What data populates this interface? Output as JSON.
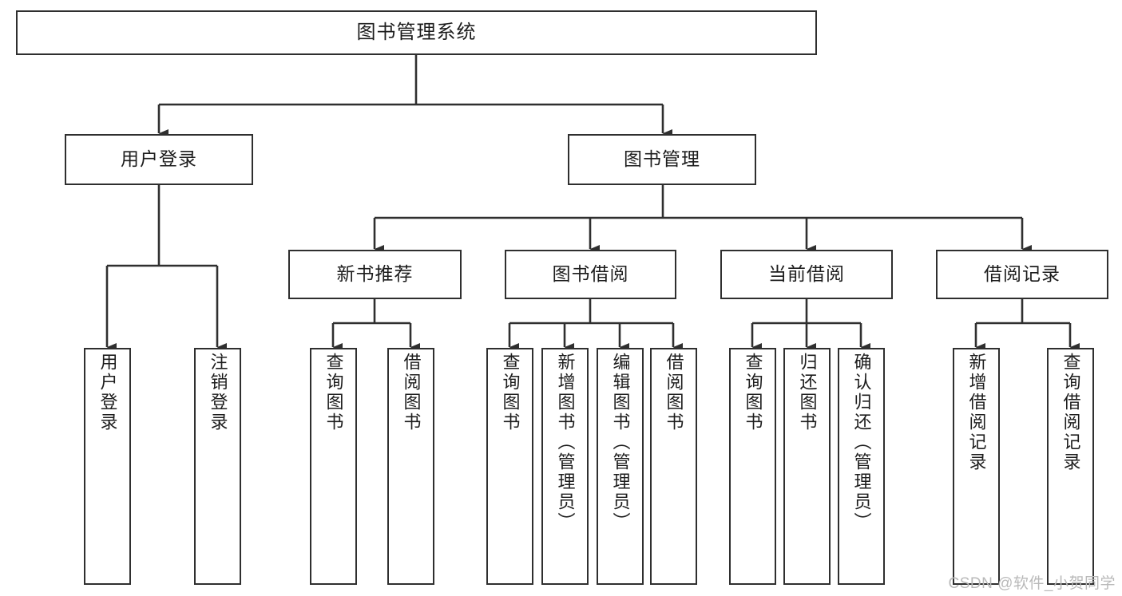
{
  "diagram": {
    "type": "tree",
    "title": "图书管理系统",
    "watermark": "CSDN @软件_小贺同学",
    "theme": {
      "background": "#ffffff",
      "box_border": "#2f2f2f",
      "box_fill": "#ffffff",
      "text": "#1d1d1d",
      "connector": "#2f2f2f",
      "watermark_color": "#b9b9b9"
    },
    "root": {
      "label": "图书管理系统",
      "children": [
        {
          "label": "用户登录",
          "children": [
            {
              "label": "用户登录"
            },
            {
              "label": "注销登录"
            }
          ]
        },
        {
          "label": "图书管理",
          "children": [
            {
              "label": "新书推荐",
              "children": [
                {
                  "label": "查询图书"
                },
                {
                  "label": "借阅图书"
                }
              ]
            },
            {
              "label": "图书借阅",
              "children": [
                {
                  "label": "查询图书"
                },
                {
                  "label": "新增图书（管理员）"
                },
                {
                  "label": "编辑图书（管理员）"
                },
                {
                  "label": "借阅图书"
                }
              ]
            },
            {
              "label": "当前借阅",
              "children": [
                {
                  "label": "查询图书"
                },
                {
                  "label": "归还图书"
                },
                {
                  "label": "确认归还（管理员）"
                }
              ]
            },
            {
              "label": "借阅记录",
              "children": [
                {
                  "label": "新增借阅记录"
                },
                {
                  "label": "查询借阅记录"
                }
              ]
            }
          ]
        }
      ]
    },
    "nodes": {
      "root": {
        "label": "图书管理系统"
      },
      "user_login": {
        "label": "用户登录"
      },
      "book_manage": {
        "label": "图书管理"
      },
      "new_book_rec": {
        "label": "新书推荐"
      },
      "book_borrow": {
        "label": "图书借阅"
      },
      "current_borrow": {
        "label": "当前借阅"
      },
      "borrow_record": {
        "label": "借阅记录"
      },
      "leaf_user_login": {
        "label": "用户登录"
      },
      "leaf_user_logout": {
        "label": "注销登录"
      },
      "leaf_rec_query": {
        "label": "查询图书"
      },
      "leaf_rec_borrow": {
        "label": "借阅图书"
      },
      "leaf_borrow_query": {
        "label": "查询图书"
      },
      "leaf_borrow_add": {
        "label": "新增图书（管理员）"
      },
      "leaf_borrow_edit": {
        "label": "编辑图书（管理员）"
      },
      "leaf_borrow_borrow": {
        "label": "借阅图书"
      },
      "leaf_cur_query": {
        "label": "查询图书"
      },
      "leaf_cur_return": {
        "label": "归还图书"
      },
      "leaf_cur_confirm": {
        "label": "确认归还（管理员）"
      },
      "leaf_rec_add": {
        "label": "新增借阅记录"
      },
      "leaf_rec_query_record": {
        "label": "查询借阅记录"
      }
    }
  }
}
